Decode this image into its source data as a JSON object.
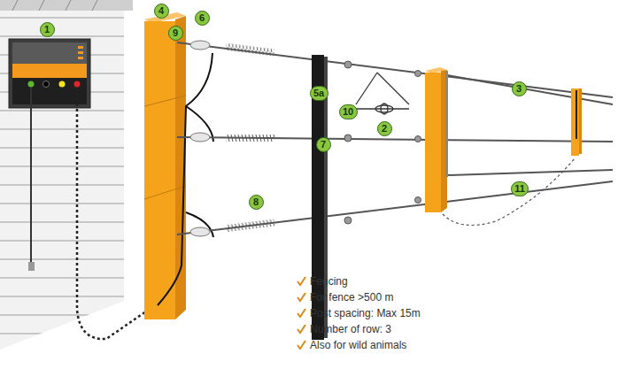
{
  "diagram": {
    "nodes": [
      {
        "text": [
          "4"
        ]
      },
      {
        "text": [
          "6"
        ]
      },
      {
        "text": [
          "1"
        ]
      },
      {
        "text": [
          "9"
        ]
      },
      {
        "text": [
          "3"
        ]
      },
      {
        "text": [
          "5a"
        ]
      },
      {
        "text": [
          "10"
        ]
      },
      {
        "text": [
          "2"
        ]
      },
      {
        "text": [
          "7"
        ]
      },
      {
        "text": [
          "8"
        ]
      },
      {
        "text": [
          "11"
        ]
      }
    ],
    "labels": [
      "Fencing",
      "For fence >500 m",
      "Post spacing: Max 15m",
      "Number of row: 3",
      "Also for wild animals"
    ]
  }
}
